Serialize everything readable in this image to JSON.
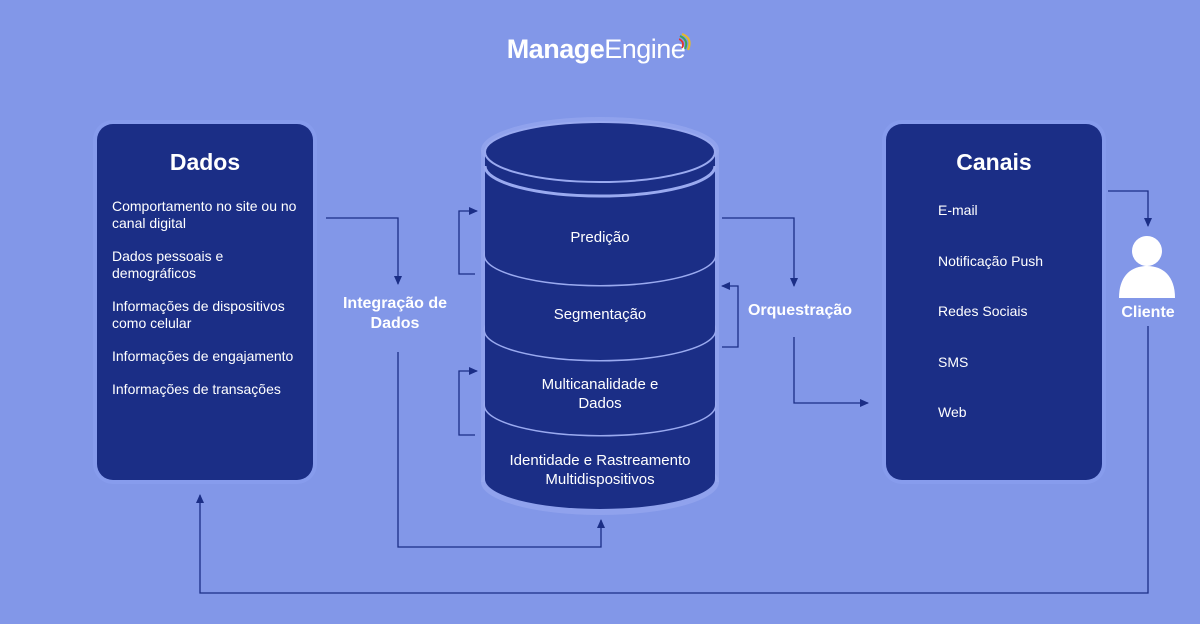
{
  "brand": {
    "manage": "Manage",
    "engine": "Engine"
  },
  "dados": {
    "title": "Dados",
    "items": [
      "Comportamento no site ou no canal digital",
      "Dados pessoais e demográficos",
      "Informações de dispositivos como celular",
      "Informações de engajamento",
      "Informações de transações"
    ]
  },
  "database": {
    "layers": [
      "Predição",
      "Segmentação",
      "Multicanalidade e Dados",
      "Identidade e Rastreamento Multidispositivos"
    ]
  },
  "integracao_label": "Integração de Dados",
  "orquestracao_label": "Orquestração",
  "canais": {
    "title": "Canais",
    "items": [
      "E-mail",
      "Notificação Push",
      "Redes Sociais",
      "SMS",
      "Web"
    ]
  },
  "cliente_label": "Cliente",
  "colors": {
    "background": "#8297e8",
    "panel": "#1b2e86",
    "arrow": "#1b2e86",
    "text": "#ffffff"
  }
}
